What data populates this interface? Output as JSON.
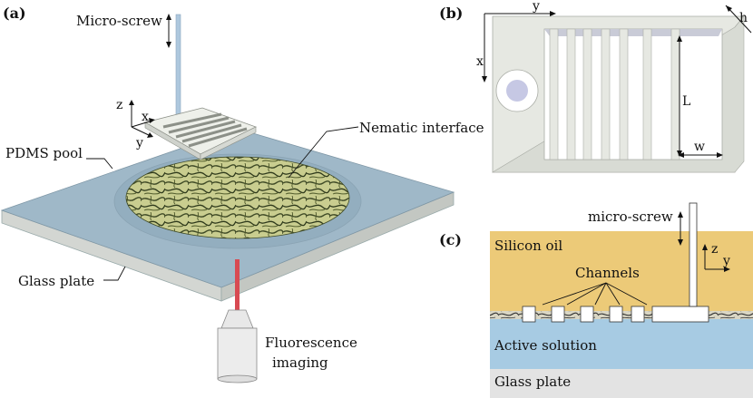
{
  "panels": {
    "a": "(a)",
    "b": "(b)",
    "c": "(c)"
  },
  "panel_a": {
    "micro_screw": "Micro-screw",
    "nematic_interface": "Nematic interface",
    "pdms_pool": "PDMS pool",
    "glass_plate": "Glass plate",
    "fluorescence_line1": "Fluorescence",
    "fluorescence_line2": "imaging",
    "axes": {
      "z": "z",
      "x": "x",
      "y": "y"
    }
  },
  "panel_b": {
    "axes": {
      "x": "x",
      "y": "y"
    },
    "h": "h",
    "L": "L",
    "w": "w"
  },
  "panel_c": {
    "micro_screw": "micro-screw",
    "silicon_oil": "Silicon oil",
    "channels": "Channels",
    "active_solution": "Active solution",
    "glass_plate": "Glass plate",
    "axes": {
      "z": "z",
      "y": "y"
    }
  },
  "colors": {
    "pool_blue": "#9fb8c8",
    "oil_yellow": "#ecca78",
    "solution_blue": "#a7cbe3",
    "glass_grey": "#e3e3e3",
    "frame_grey": "#e6e8e2",
    "laser_red": "#d84a52"
  }
}
